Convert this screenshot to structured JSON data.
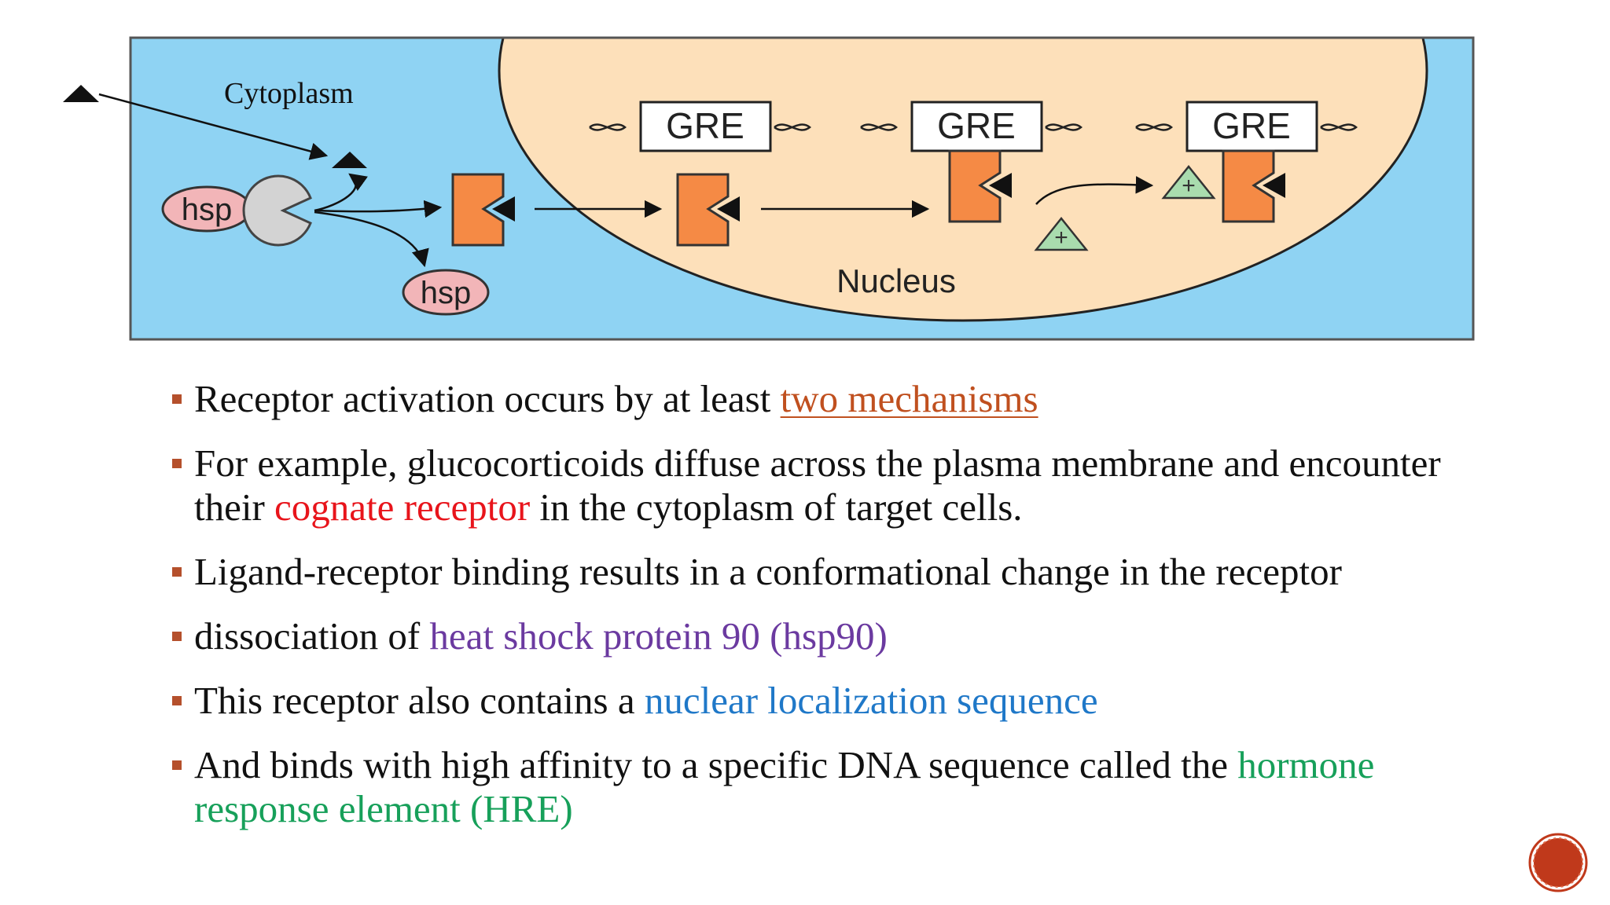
{
  "figure": {
    "label_cytoplasm": "Cytoplasm",
    "label_nucleus": "Nucleus",
    "label_hsp_bound": "hsp",
    "label_hsp_free": "hsp",
    "gre_labels": [
      "GRE",
      "GRE",
      "GRE"
    ],
    "plus_symbol": "+",
    "colors": {
      "cytoplasm": "#8fd3f3",
      "nucleus": "#fde0ba",
      "receptor": "#f58a45",
      "hsp": "#f2b5b8",
      "coactivator": "#a9dcae"
    }
  },
  "bullets": [
    {
      "parts": [
        {
          "text": "Receptor activation occurs by at least ",
          "style": "plain"
        },
        {
          "text": "two mechanisms",
          "style": "link"
        }
      ]
    },
    {
      "parts": [
        {
          "text": "For example, glucocorticoids diffuse across the plasma membrane and encounter their ",
          "style": "plain"
        },
        {
          "text": "cognate receptor",
          "style": "red"
        },
        {
          "text": " in the cytoplasm of target cells.",
          "style": "plain"
        }
      ]
    },
    {
      "parts": [
        {
          "text": "Ligand-receptor binding results in a conformational change in the receptor",
          "style": "plain"
        }
      ]
    },
    {
      "parts": [
        {
          "text": "dissociation of ",
          "style": "plain"
        },
        {
          "text": "heat shock protein 90 (hsp90)",
          "style": "purple"
        }
      ]
    },
    {
      "parts": [
        {
          "text": "This receptor also contains a ",
          "style": "plain"
        },
        {
          "text": "nuclear localization sequence",
          "style": "blue"
        }
      ]
    },
    {
      "parts": [
        {
          "text": "And binds with high affinity to a specific DNA sequence called the ",
          "style": "plain"
        },
        {
          "text": "hormone response element (HRE)",
          "style": "green"
        }
      ]
    }
  ],
  "nav": {
    "icon": "slide-nav-circle-icon",
    "color": "#c0391b"
  }
}
